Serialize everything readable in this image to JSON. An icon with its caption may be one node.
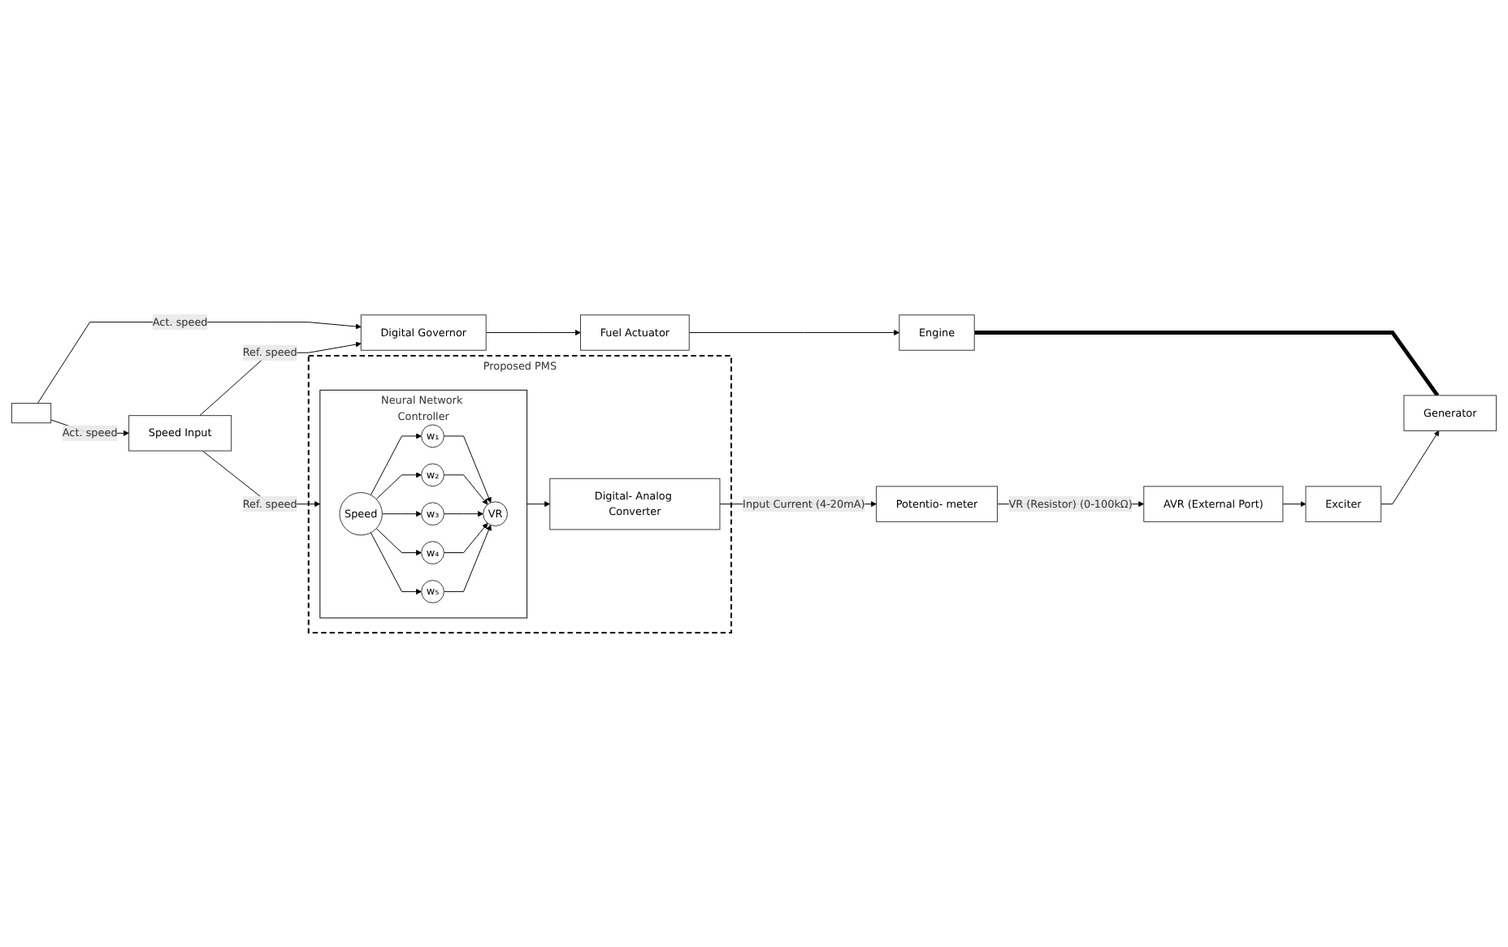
{
  "diagram": {
    "nodes": [
      {
        "text": [
          "Digital Governor"
        ]
      },
      {
        "text": [
          "Fuel Actuator"
        ]
      },
      {
        "text": [
          "Engine"
        ]
      },
      {
        "text": [
          "Generator"
        ]
      },
      {
        "text": [],
        "shape": "box"
      },
      {
        "text": [
          "Speed Input"
        ]
      },
      {
        "text": [
          "Proposed PMS"
        ]
      },
      {
        "text": [
          "Neural Network Controller"
        ],
        "in": 6
      },
      {
        "text": [
          "Speed"
        ],
        "in": 7
      },
      {
        "text": [
          "w₁"
        ],
        "in": 7
      },
      {
        "text": [
          "w₂"
        ],
        "in": 7
      },
      {
        "text": [
          "w₃"
        ],
        "in": 7
      },
      {
        "text": [
          "w₄"
        ],
        "in": 7
      },
      {
        "text": [
          "w₅"
        ],
        "in": 7
      },
      {
        "text": [
          "VR"
        ],
        "in": 7
      },
      {
        "text": [
          "Digital- Analog Converter"
        ],
        "in": 6
      },
      {
        "text": [
          "Potentio- meter"
        ]
      },
      {
        "text": [
          "AVR (External Port)"
        ]
      },
      {
        "text": [
          "Exciter"
        ]
      }
    ],
    "edges": [
      {
        "from": 0,
        "to": 1,
        "arrow": "to"
      },
      {
        "from": 1,
        "to": 2,
        "arrow": "to"
      },
      {
        "from": 2,
        "to": 3,
        "arrow": "none",
        "style": "thick"
      },
      {
        "from": 4,
        "to": 0,
        "arrow": "to",
        "label": "Act. speed"
      },
      {
        "from": 4,
        "to": 5,
        "arrow": "to",
        "label": "Act. speed"
      },
      {
        "from": 5,
        "to": 0,
        "arrow": "to",
        "label": "Ref. speed"
      },
      {
        "from": 5,
        "to": 7,
        "arrow": "to",
        "label": "Ref. speed"
      },
      {
        "from": 8,
        "to": 9,
        "arrow": "to"
      },
      {
        "from": 8,
        "to": 10,
        "arrow": "to"
      },
      {
        "from": 8,
        "to": 11,
        "arrow": "to"
      },
      {
        "from": 8,
        "to": 12,
        "arrow": "to"
      },
      {
        "from": 8,
        "to": 13,
        "arrow": "to"
      },
      {
        "from": 9,
        "to": 14,
        "arrow": "to"
      },
      {
        "from": 10,
        "to": 14,
        "arrow": "to"
      },
      {
        "from": 11,
        "to": 14,
        "arrow": "to"
      },
      {
        "from": 12,
        "to": 14,
        "arrow": "to"
      },
      {
        "from": 13,
        "to": 14,
        "arrow": "to"
      },
      {
        "from": 7,
        "to": 15,
        "arrow": "to"
      },
      {
        "from": 15,
        "to": 16,
        "arrow": "to",
        "label": "Input Current (4-20mA)"
      },
      {
        "from": 16,
        "to": 17,
        "arrow": "to",
        "label": "VR (Resistor) (0-100kΩ)"
      },
      {
        "from": 17,
        "to": 18,
        "arrow": "to"
      },
      {
        "from": 18,
        "to": 3,
        "arrow": "to"
      }
    ]
  }
}
